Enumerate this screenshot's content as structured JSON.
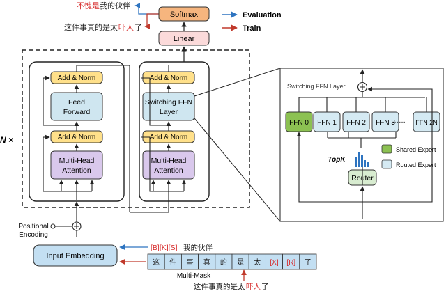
{
  "output": {
    "eval_part1": "不愧是",
    "eval_part2": "我的伙伴",
    "train_part1": "这件事真的是太",
    "train_part2": "吓人",
    "train_part3": "了"
  },
  "legend": {
    "evaluation": "Evaluation",
    "train": "Train"
  },
  "top": {
    "softmax": "Softmax",
    "linear": "Linear"
  },
  "block": {
    "n_label": "N ×",
    "add_norm": "Add & Norm",
    "feed_forward_1": "Feed",
    "feed_forward_2": "Forward",
    "mha_1": "Multi-Head",
    "mha_2": "Attention",
    "switch_ffn_1": "Switching FFN",
    "switch_ffn_2": "Layer"
  },
  "embedding": {
    "positional_1": "Positional",
    "positional_2": "Encoding",
    "input_embedding": "Input Embedding"
  },
  "switch_detail": {
    "title": "Switching FFN Layer",
    "experts": [
      "FFN 0",
      "FFN 1",
      "FFN 2",
      "FFN 3",
      "FFN 2N"
    ],
    "dots": "……",
    "topk": "TopK",
    "router": "Router",
    "legend_shared": "Shared Expert",
    "legend_routed": "Routed Expert"
  },
  "input": {
    "eval_tokens": "[B][K][S]",
    "eval_rest": "我的伙伴",
    "tokens": [
      "这",
      "件",
      "事",
      "真",
      "的",
      "是",
      "太",
      "[X]",
      "[R]",
      "了"
    ],
    "multi_mask": "Multi-Mask",
    "bottom_part1": "这件事真的是太",
    "bottom_part2": "吓人",
    "bottom_part3": "了"
  },
  "colors": {
    "evaluation_arrow": "#2e74c0",
    "train_arrow": "#c0392b",
    "red_text": "#d62a2a",
    "softmax": "#f6b57e",
    "linear": "#fbdada",
    "add_norm": "#ffe08a",
    "feed_forward": "#cfe6f0",
    "mha": "#d9c8ec",
    "shared_expert": "#8cc152",
    "routed_expert": "#d5eaf3",
    "router": "#d8ecd0",
    "embedding": "#c3dff2",
    "token_box": "#c3dff2"
  }
}
